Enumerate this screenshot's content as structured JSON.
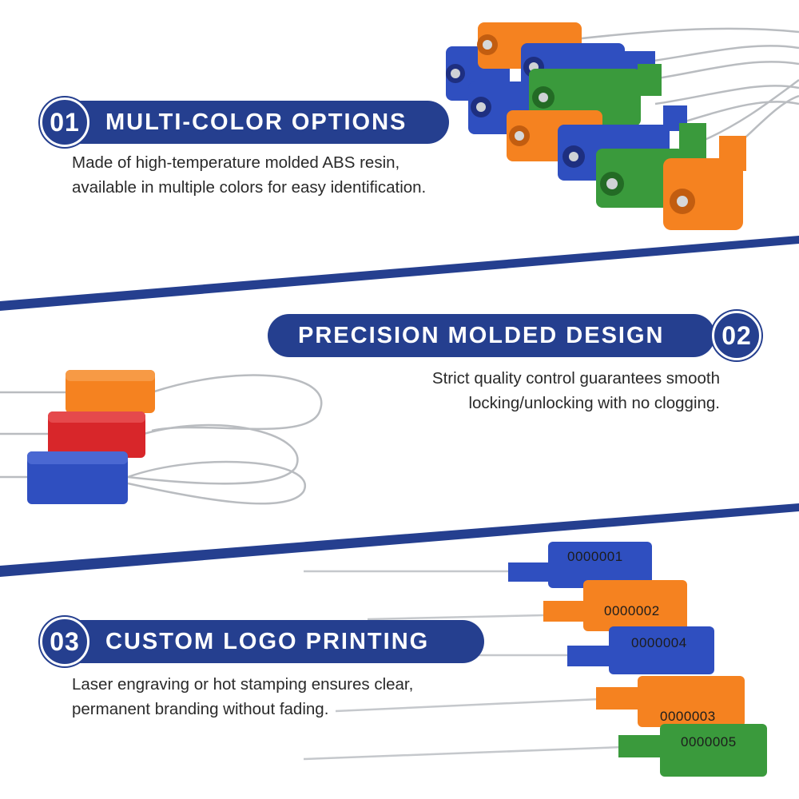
{
  "colors": {
    "brand_blue": "#253f8f",
    "seal_orange": "#f58220",
    "seal_blue": "#2f4fc0",
    "seal_green": "#3a9a3c",
    "seal_red": "#d8262a",
    "cable_grey": "#b9bcc0"
  },
  "features": [
    {
      "number": "01",
      "title": "MULTI-COLOR OPTIONS",
      "description_lines": [
        "Made of high-temperature molded ABS resin,",
        "available in multiple colors for easy identification."
      ]
    },
    {
      "number": "02",
      "title": "PRECISION MOLDED DESIGN",
      "description_lines": [
        "Strict quality control guarantees smooth",
        "locking/unlocking with no clogging."
      ]
    },
    {
      "number": "03",
      "title": "CUSTOM LOGO PRINTING",
      "description_lines": [
        "Laser engraving or hot stamping ensures clear,",
        "permanent branding without fading."
      ]
    }
  ],
  "seal_numbers": [
    "0000001",
    "0000002",
    "0000004",
    "0000003",
    "0000005"
  ]
}
